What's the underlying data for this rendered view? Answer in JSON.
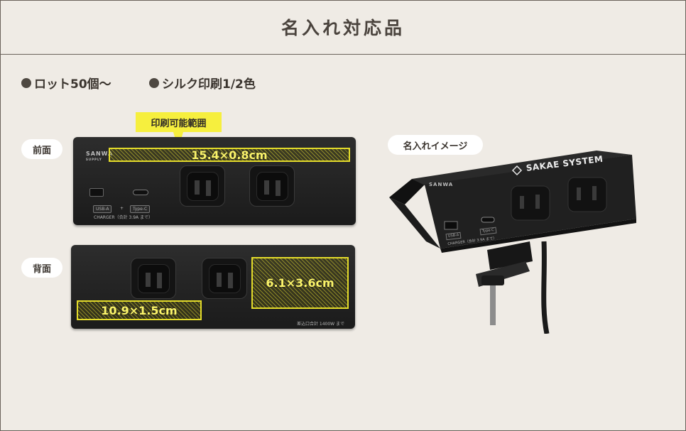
{
  "title": "名入れ対応品",
  "bullets": {
    "lot": "ロット50個〜",
    "print": "シルク印刷1/2色"
  },
  "labels": {
    "front": "前面",
    "back": "背面",
    "image": "名入れイメージ"
  },
  "callout": "印刷可能範囲",
  "areas": {
    "front": "15.4×0.8cm",
    "back_right": "6.1×3.6cm",
    "back_bottom": "10.9×1.5cm"
  },
  "device": {
    "brand": "SANWA",
    "brand_sub": "SUPPLY",
    "usb_a": "USB-A",
    "plus": "+",
    "type_c": "Type-C",
    "charger": "CHARGER（合計 3.9A まで）",
    "rating": "差込口合計 1400W まで"
  },
  "photo": {
    "logo": "SAKAE SYSTEM",
    "brand": "SANWA",
    "usb_a": "USB-A",
    "type_c": "Type-C",
    "charger": "CHARGER（合計 3.9A まで）"
  },
  "colors": {
    "background": "#efebe5",
    "highlight": "#f6ef3e",
    "device": "#1e1e1e"
  }
}
